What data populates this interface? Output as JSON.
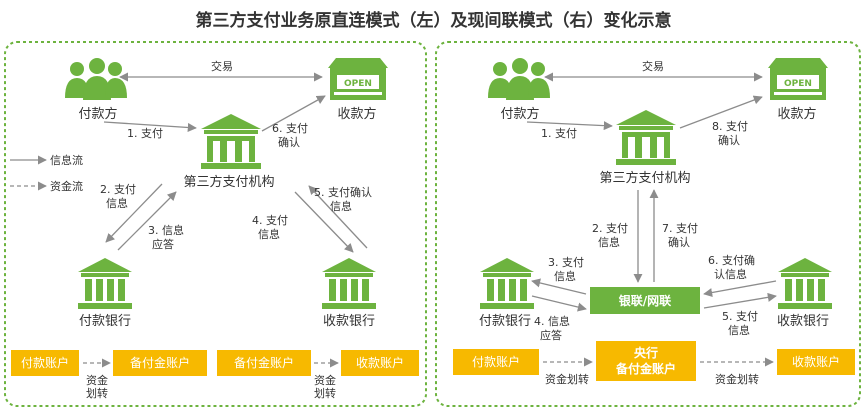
{
  "title": "第三方支付业务原直连模式（左）及现间联模式（右）变化示意",
  "legend": {
    "info_flow": "信息流",
    "fund_flow": "资金流"
  },
  "left": {
    "payer": "付款方",
    "payee": "收款方",
    "third_party": "第三方支付机构",
    "payer_bank": "付款银行",
    "payee_bank": "收款银行",
    "trade": "交易",
    "step1": "1. 支付",
    "step2": [
      "2. 支付",
      "信息"
    ],
    "step3": [
      "3. 信息",
      "应答"
    ],
    "step4": [
      "4. 支付",
      "信息"
    ],
    "step5": [
      "5. 支付确认",
      "信息"
    ],
    "step6": [
      "6. 支付",
      "确认"
    ],
    "box_payer_acct": "付款账户",
    "box_reserve1": "备付金账户",
    "box_reserve2": "备付金账户",
    "box_payee_acct": "收款账户",
    "transfer": [
      "资金",
      "划转"
    ]
  },
  "right": {
    "payer": "付款方",
    "payee": "收款方",
    "third_party": "第三方支付机构",
    "payer_bank": "付款银行",
    "payee_bank": "收款银行",
    "unionpay": "银联/网联",
    "trade": "交易",
    "step1": "1. 支付",
    "step2": [
      "2. 支付",
      "信息"
    ],
    "step3": [
      "3. 支付",
      "信息"
    ],
    "step4": [
      "4. 信息",
      "应答"
    ],
    "step5": [
      "5. 支付",
      "信息"
    ],
    "step6": [
      "6. 支付确",
      "认信息"
    ],
    "step7": [
      "7. 支付",
      "确认"
    ],
    "step8": [
      "8. 支付",
      "确认"
    ],
    "box_payer_acct": "付款账户",
    "box_central": [
      "央行",
      "备付金账户"
    ],
    "box_payee_acct": "收款账户",
    "transfer": "资金划转"
  },
  "colors": {
    "green": "#6db33f",
    "yellow": "#f7b900",
    "arrow": "#8c8c8c",
    "border": "#6db33f"
  },
  "icons": {
    "people": "people-icon",
    "shop": "shop-icon",
    "bank": "bank-icon"
  },
  "shop_sign": "OPEN"
}
